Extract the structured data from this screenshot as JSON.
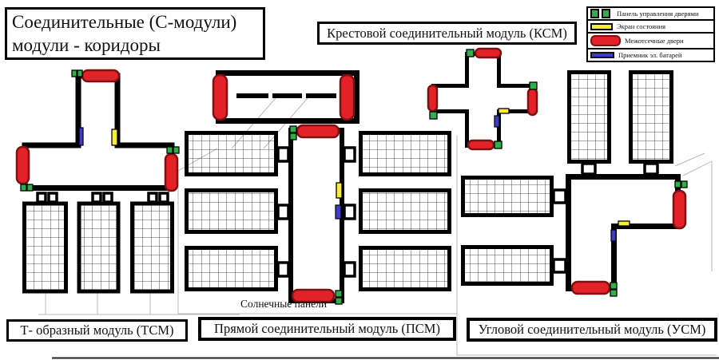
{
  "title": {
    "line1": "Соединительные (С-модули)",
    "line2": "модули - коридоры"
  },
  "legend": {
    "items": [
      {
        "name": "door-control-panel",
        "label": "Панель управления дверями",
        "color": "#2fae4a"
      },
      {
        "name": "status-screen",
        "label": "Экран состояния",
        "color": "#f9ee35"
      },
      {
        "name": "intercompartment-doors",
        "label": "Межотсечные двери",
        "color": "#e32227"
      },
      {
        "name": "battery-receiver",
        "label": "Приемник эл. батарей",
        "color": "#3c3cc8"
      }
    ]
  },
  "modules": {
    "tsm": {
      "label": "Т- образный модуль (ТСМ)"
    },
    "psm": {
      "label": "Прямой соединительный модуль (ПСМ)"
    },
    "ksm": {
      "label": "Крестовой соединительный модуль (КСМ)"
    },
    "usm": {
      "label": "Угловой соединительный модуль (УСМ)"
    }
  },
  "annotations": {
    "solar_panels": "Солнечные панели"
  },
  "colors": {
    "wall": "#000000",
    "door_fill": "#e32227",
    "door_stroke": "#7c1012",
    "panel_green": "#2fae4a",
    "screen_yellow": "#f9ee35",
    "receiver_blue": "#3c3cc8",
    "construction_gray": "#b8b8b8"
  }
}
